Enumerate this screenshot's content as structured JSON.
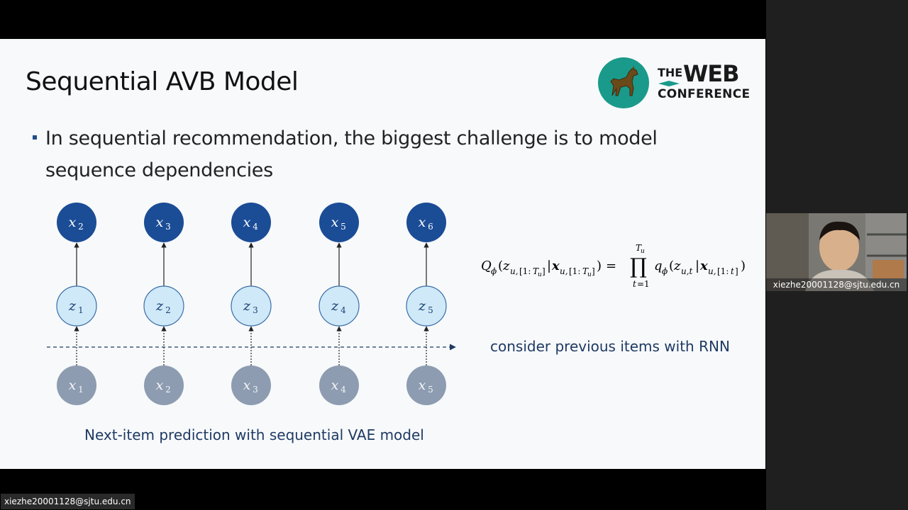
{
  "slide": {
    "title": "Sequential AVB Model",
    "bullet": "In sequential recommendation, the biggest challenge is to model sequence dependencies",
    "caption": "Next-item prediction with sequential VAE model",
    "rnn_note": "consider previous items with RNN"
  },
  "logo": {
    "line1": "THE",
    "line2": "WEB",
    "line3": "CONFERENCE"
  },
  "diagram": {
    "top_row": [
      "x2",
      "x3",
      "x4",
      "x5",
      "x6"
    ],
    "middle_row": [
      "z1",
      "z2",
      "z3",
      "z4",
      "z5"
    ],
    "bottom_row": [
      "x1",
      "x2",
      "x3",
      "x4",
      "x5"
    ],
    "colors": {
      "top": "#1b4c96",
      "middle": "#cfe9f8",
      "middle_stroke": "#3b6ea8",
      "bottom": "#8d9cb0",
      "arrow_dashed": "#1f3a63"
    }
  },
  "webcam": {
    "user": "xiezhe20001128@sjtu.edu.cn"
  },
  "footer": {
    "user": "xiezhe20001128@sjtu.edu.cn"
  }
}
